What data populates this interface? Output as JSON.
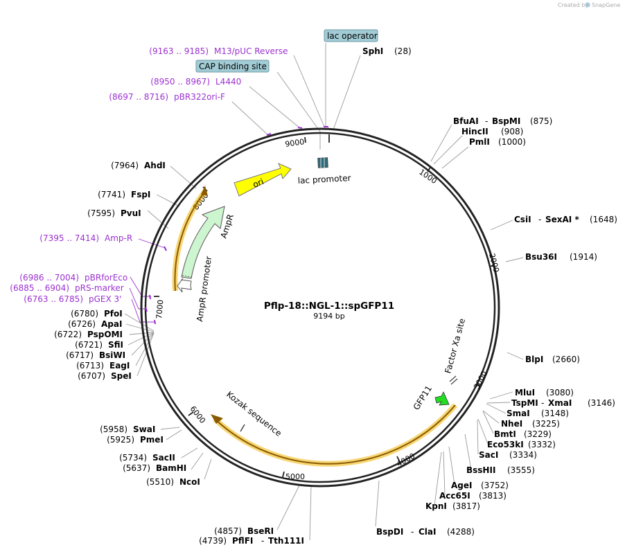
{
  "watermark": {
    "text": "Created by",
    "brand": "SnapGene"
  },
  "title": "Pflp-18::NGL-1::spGFP11",
  "size_label": "9194 bp",
  "ticks": [
    "1000",
    "2000",
    "3000",
    "4000",
    "5000",
    "6000",
    "7000",
    "8000",
    "9000"
  ],
  "features": {
    "ori": "ori",
    "ampr": "AmpR",
    "ampr_promoter": "AmpR promoter",
    "lac_promoter": "lac promoter",
    "kozak": "Kozak sequence",
    "factor_xa": "Factor Xa site",
    "gfp11": "GFP11"
  },
  "boxed_labels": {
    "lac_operator": "lac operator",
    "cap_site": "CAP binding site"
  },
  "primers": [
    {
      "range": "(9163 .. 9185)",
      "name": "M13/pUC Reverse"
    },
    {
      "range": "(8950 .. 8967)",
      "name": "L4440"
    },
    {
      "range": "(8697 .. 8716)",
      "name": "pBR322ori-F"
    },
    {
      "range": "(7395 .. 7414)",
      "name": "Amp-R"
    },
    {
      "range": "(6986 .. 7004)",
      "name": "pBRforEco"
    },
    {
      "range": "(6885 .. 6904)",
      "name": "pRS-marker"
    },
    {
      "range": "(6763 .. 6785)",
      "name": "pGEX 3'"
    }
  ],
  "right_enzymes": [
    {
      "name": "SphI",
      "pos": "(28)"
    },
    {
      "name": "BfuAI",
      "sep": "-",
      "name2": "BspMI",
      "pos": "(875)"
    },
    {
      "name": "HincII",
      "pos": "(908)"
    },
    {
      "name": "PmlI",
      "pos": "(1000)"
    },
    {
      "name": "CsiI",
      "sep": "-",
      "name2": "SexAI *",
      "pos": "(1648)"
    },
    {
      "name": "Bsu36I",
      "pos": "(1914)"
    },
    {
      "name": "BlpI",
      "pos": "(2660)"
    },
    {
      "name": "MluI",
      "pos": "(3080)"
    },
    {
      "name": "TspMI",
      "sep": "-",
      "name2": "XmaI",
      "pos": "(3146)"
    },
    {
      "name": "SmaI",
      "pos": "(3148)"
    },
    {
      "name": "NheI",
      "pos": "(3225)"
    },
    {
      "name": "BmtI",
      "pos": "(3229)"
    },
    {
      "name": "Eco53kI",
      "pos": "(3332)"
    },
    {
      "name": "SacI",
      "pos": "(3334)"
    },
    {
      "name": "BssHII",
      "pos": "(3555)"
    },
    {
      "name": "AgeI",
      "pos": "(3752)"
    },
    {
      "name": "Acc65I",
      "pos": "(3813)"
    },
    {
      "name": "KpnI",
      "pos": "(3817)"
    },
    {
      "name": "BspDI",
      "sep": "-",
      "name2": "ClaI",
      "pos": "(4288)"
    }
  ],
  "left_enzymes": [
    {
      "name": "AhdI",
      "pos": "(7964)"
    },
    {
      "name": "FspI",
      "pos": "(7741)"
    },
    {
      "name": "PvuI",
      "pos": "(7595)"
    },
    {
      "name": "PfoI",
      "pos": "(6780)"
    },
    {
      "name": "ApaI",
      "pos": "(6726)"
    },
    {
      "name": "PspOMI",
      "pos": "(6722)"
    },
    {
      "name": "SfiI",
      "pos": "(6721)"
    },
    {
      "name": "BsiWI",
      "pos": "(6717)"
    },
    {
      "name": "EagI",
      "pos": "(6713)"
    },
    {
      "name": "SpeI",
      "pos": "(6707)"
    },
    {
      "name": "SwaI",
      "pos": "(5958)"
    },
    {
      "name": "PmeI",
      "pos": "(5925)"
    },
    {
      "name": "SacII",
      "pos": "(5734)"
    },
    {
      "name": "BamHI",
      "pos": "(5637)"
    },
    {
      "name": "NcoI",
      "pos": "(5510)"
    },
    {
      "name": "BseRI",
      "pos": "(4857)"
    },
    {
      "name": "PflFI",
      "sep": "-",
      "name2": "Tth111I",
      "pos": "(4739)"
    }
  ]
}
